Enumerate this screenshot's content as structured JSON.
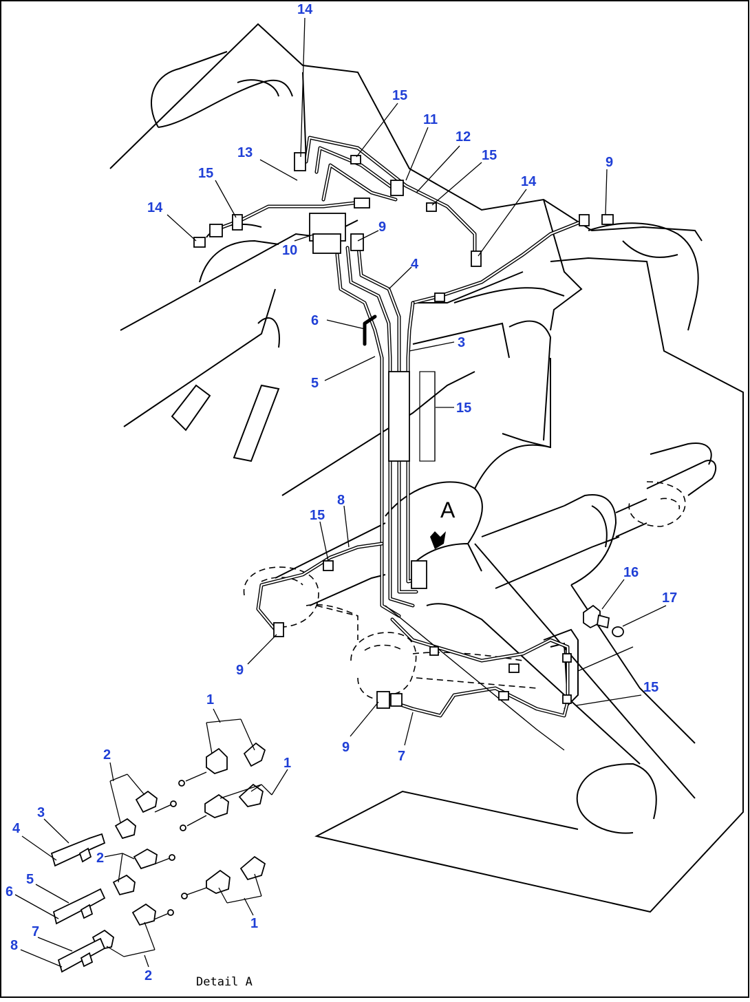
{
  "diagram": {
    "marker_main": "A",
    "detail_caption": "Detail A",
    "callouts": {
      "c14_top": "14",
      "c15_a": "15",
      "c11": "11",
      "c12": "12",
      "c15_b": "15",
      "c13": "13",
      "c15_c": "15",
      "c14_left": "14",
      "c9_top": "9",
      "c14_right": "14",
      "c10": "10",
      "c9_mid": "9",
      "c4": "4",
      "c6": "6",
      "c3": "3",
      "c5": "5",
      "c15_d": "15",
      "c8": "8",
      "c15_e": "15",
      "c16": "16",
      "c17": "17",
      "c9_low": "9",
      "c15_f": "15",
      "c9_bot": "9",
      "c7": "7",
      "d1_a": "1",
      "d2_a": "2",
      "d1_b": "1",
      "d3": "3",
      "d4": "4",
      "d2_b": "2",
      "d5": "5",
      "d6": "6",
      "d7": "7",
      "d1_c": "1",
      "d8": "8",
      "d2_c": "2"
    }
  },
  "colors": {
    "callout": "#1f3fd6",
    "ink": "#000000",
    "background": "#ffffff"
  }
}
